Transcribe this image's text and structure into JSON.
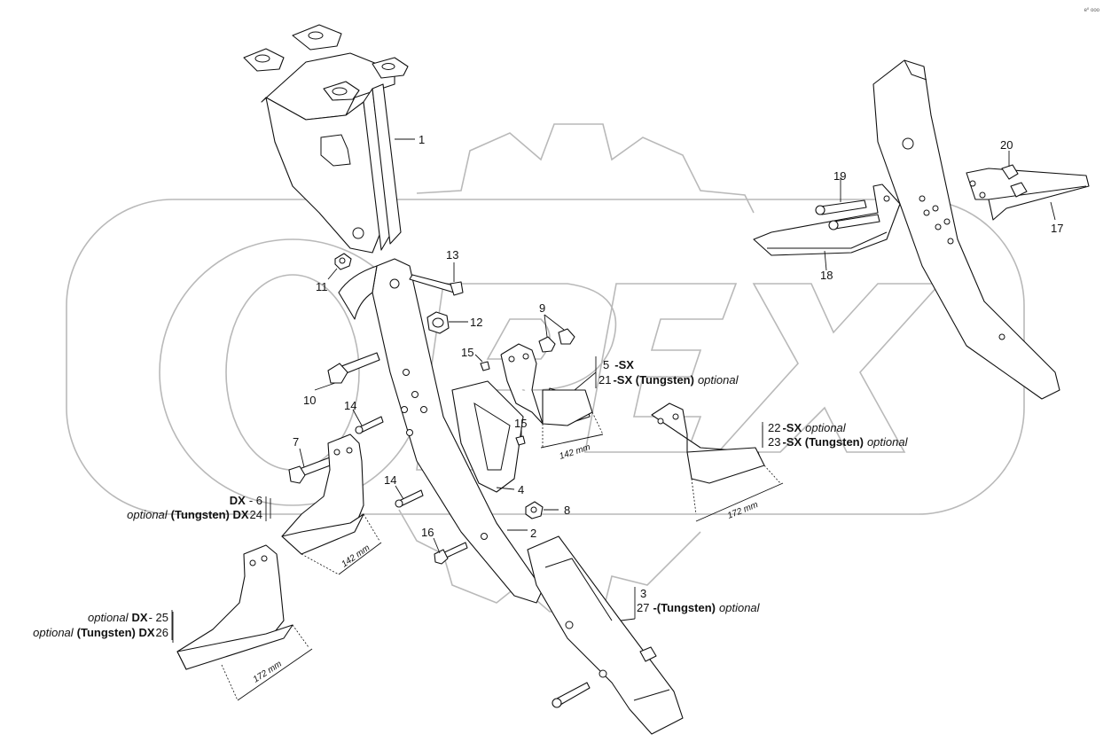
{
  "watermark": {
    "text": "OPEX",
    "color": "#b9b9b9"
  },
  "corner_code": "e⁰ ooo",
  "callouts": {
    "c1": "1",
    "c2": "2",
    "c3": "3",
    "c4": "4",
    "c7": "7",
    "c8": "8",
    "c9": "9",
    "c10": "10",
    "c11": "11",
    "c12": "12",
    "c13": "13",
    "c14a": "14",
    "c14b": "14",
    "c15a": "15",
    "c15b": "15",
    "c16": "16",
    "c17": "17",
    "c18": "18",
    "c19": "19",
    "c20": "20"
  },
  "labels": {
    "sx5": {
      "num": "5",
      "code": "-SX"
    },
    "sx21": {
      "num": "21",
      "code": "-SX (Tungsten)",
      "opt": "optional"
    },
    "sx22": {
      "num": "22",
      "code": "-SX",
      "opt": "optional"
    },
    "sx23": {
      "num": "23",
      "code": "-SX (Tungsten)",
      "opt": "optional"
    },
    "dx6": {
      "code": "DX",
      "num": "- 6"
    },
    "dx24": {
      "opt": "optional",
      "code": "(Tungsten) DX",
      "num": "24"
    },
    "dx25": {
      "opt": "optional",
      "code": "DX",
      "num": "- 25"
    },
    "dx26": {
      "opt": "optional",
      "code": "(Tungsten) DX",
      "num": "26"
    },
    "p3": {
      "num": "3"
    },
    "p27": {
      "num": "27",
      "code": "-(Tungsten)",
      "opt": "optional"
    }
  },
  "dimensions": {
    "d142a": "142 mm",
    "d142b": "142 mm",
    "d172a": "172 mm",
    "d172b": "172 mm"
  }
}
